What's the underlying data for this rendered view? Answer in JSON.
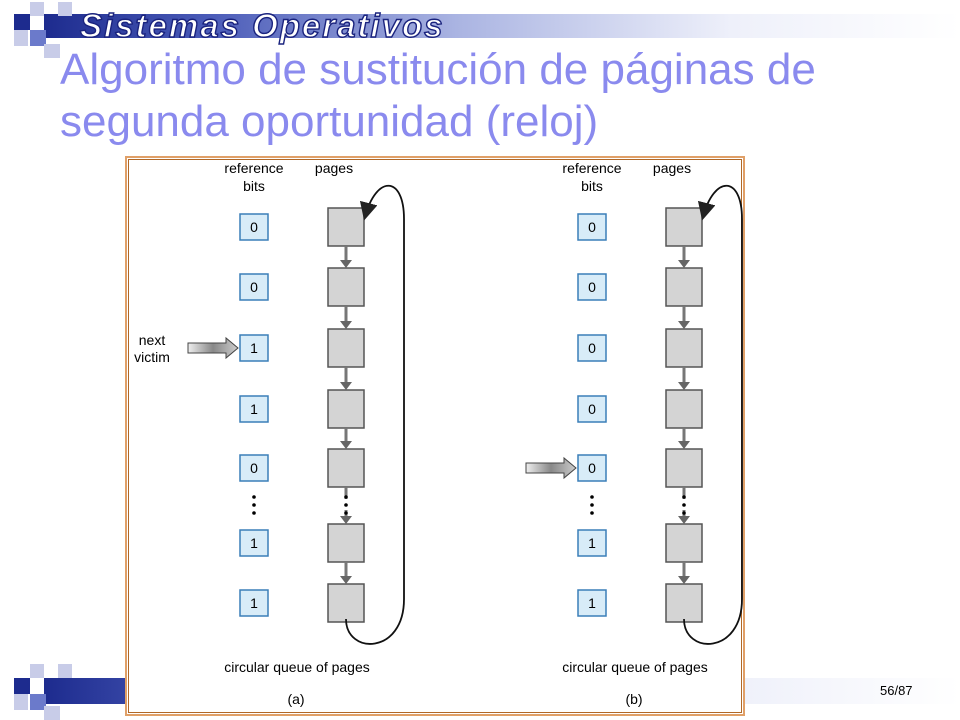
{
  "header": {
    "course_title": "Sistemas Operativos"
  },
  "slide": {
    "title": "Algoritmo de sustitución de páginas de segunda oportunidad (reloj)",
    "page_number": "56/87"
  },
  "figure": {
    "panels": [
      {
        "label": "(a)",
        "reference_bits_label": [
          "reference",
          "bits"
        ],
        "pages_label": "pages",
        "bits_top": [
          "0",
          "0",
          "1",
          "1",
          "0"
        ],
        "bits_bottom": [
          "1",
          "1"
        ],
        "pointer_label": [
          "next",
          "victim"
        ],
        "pointer_index": 2,
        "queue_label": "circular queue of pages"
      },
      {
        "label": "(b)",
        "reference_bits_label": [
          "reference",
          "bits"
        ],
        "pages_label": "pages",
        "bits_top": [
          "0",
          "0",
          "0",
          "0",
          "0"
        ],
        "bits_bottom": [
          "1",
          "1"
        ],
        "pointer_label": [
          "",
          ""
        ],
        "pointer_index": 4,
        "queue_label": "circular queue of pages"
      }
    ],
    "colors": {
      "bit_box_fill": "#d8ecf8",
      "bit_box_stroke": "#3a7fb8",
      "page_box_fill": "#d4d4d4",
      "page_box_stroke": "#555555",
      "arrow_fill": "#888888",
      "frame": "#e0a068"
    }
  }
}
